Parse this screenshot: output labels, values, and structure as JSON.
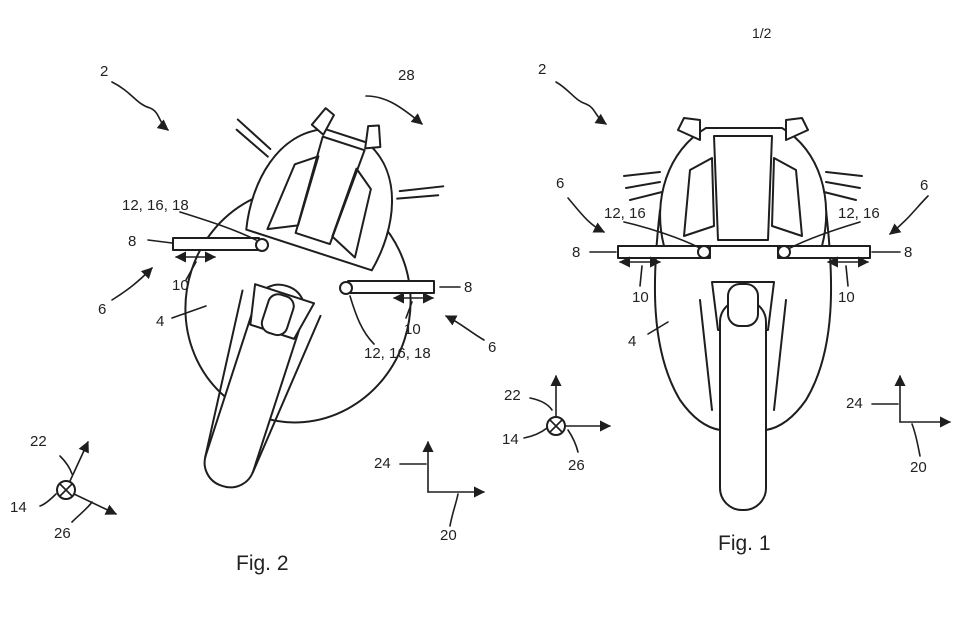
{
  "page_number": "1/2",
  "fig2": {
    "caption": "Fig. 2",
    "labels": {
      "vehicle": "2",
      "rotation": "28",
      "mirror_assembly_left": "6",
      "mirror_assembly_right": "6",
      "mirror_left": "8",
      "mirror_right": "8",
      "pivot_left": "12, 16, 18",
      "pivot_right": "12, 16, 18",
      "travel_left": "10",
      "travel_right": "10",
      "body": "4",
      "axis_up": "22",
      "axis_origin": "14",
      "axis_side": "26",
      "ref_up": "24",
      "ref_side": "20"
    }
  },
  "fig1": {
    "caption": "Fig. 1",
    "labels": {
      "vehicle": "2",
      "mirror_assembly_left": "6",
      "mirror_assembly_right": "6",
      "mirror_left": "8",
      "mirror_right": "8",
      "pivot_left": "12, 16",
      "pivot_right": "12, 16",
      "travel_left": "10",
      "travel_right": "10",
      "body": "4",
      "axis_up": "22",
      "axis_origin": "14",
      "axis_side": "26",
      "ref_up": "24",
      "ref_side": "20"
    }
  }
}
